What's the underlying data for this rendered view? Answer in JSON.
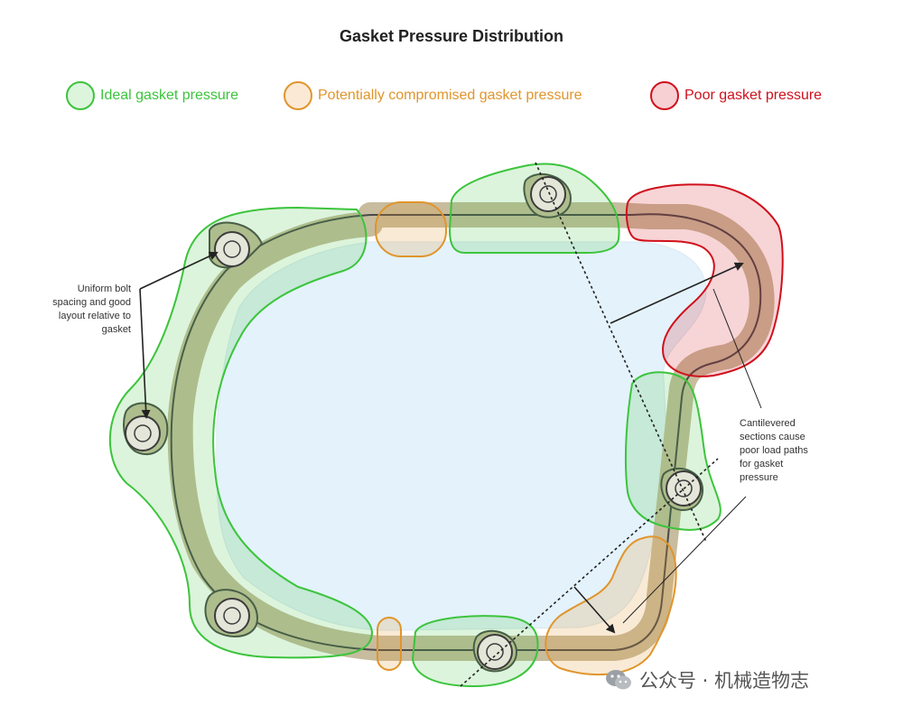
{
  "title": "Gasket Pressure Distribution",
  "legend": [
    {
      "label": "Ideal gasket pressure",
      "color": "#3cc43c",
      "fill": "#ddf5dd"
    },
    {
      "label": "Potentially compromised gasket pressure",
      "color": "#e0952c",
      "fill": "#fbe9d6"
    },
    {
      "label": "Poor gasket pressure",
      "color": "#d0101c",
      "fill": "#f6d0d3"
    }
  ],
  "annotations": {
    "uniform_bolt": "Uniform bolt\nspacing and good\nlayout relative to\ngasket",
    "cantilevered": "Cantilevered\nsections cause\npoor load paths\nfor gasket\npressure"
  },
  "watermark": "公众号 · 机械造物志"
}
